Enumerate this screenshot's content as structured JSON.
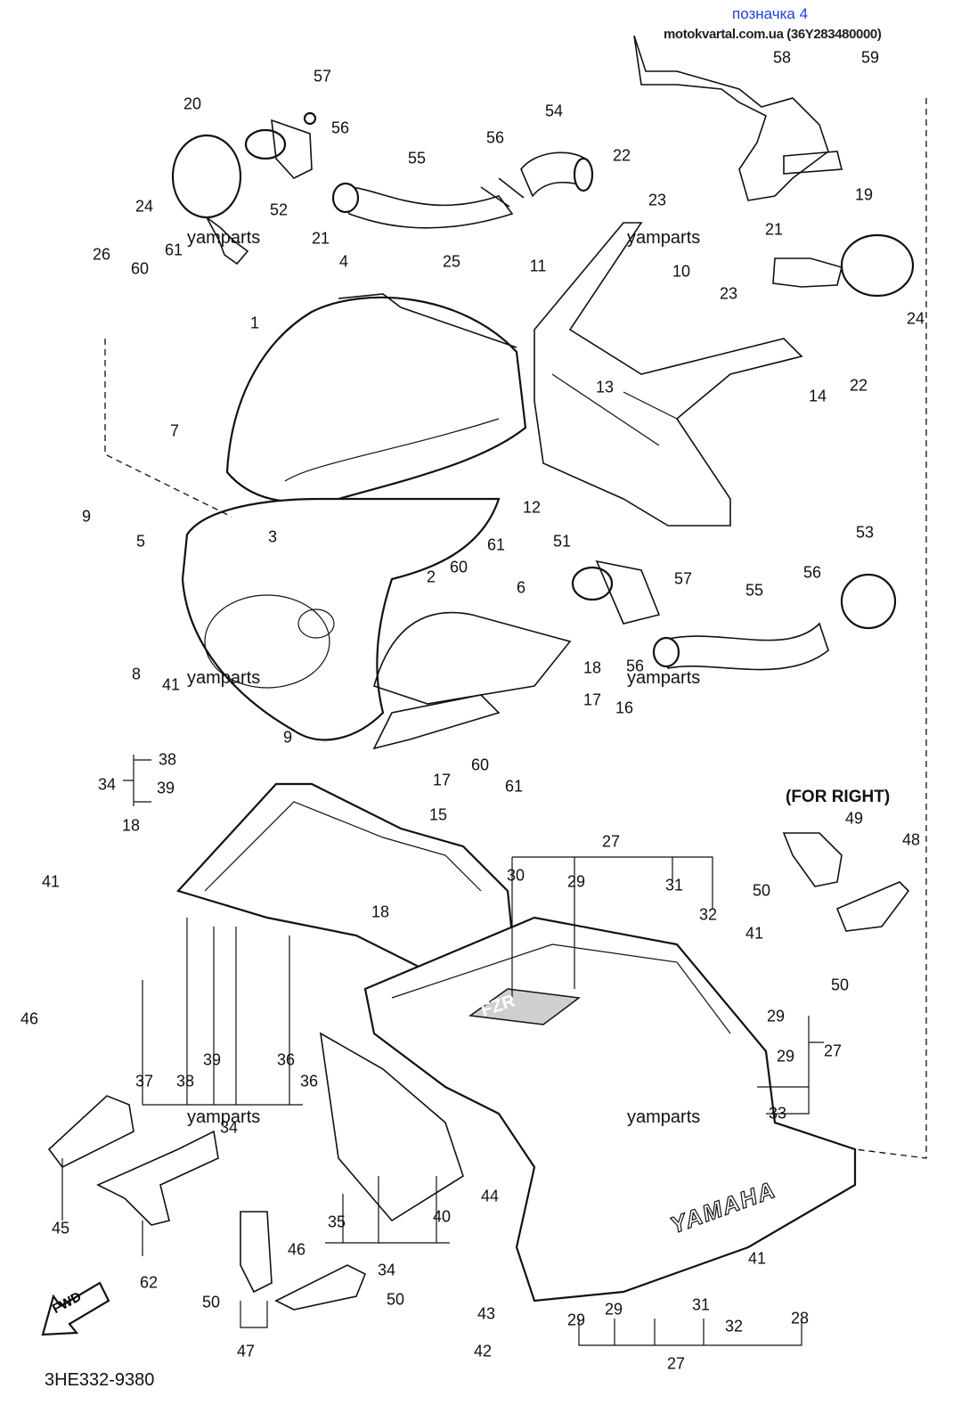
{
  "header": {
    "title": "позначка 4",
    "source": "motokvartal.com.ua (36Y283480000)"
  },
  "diagram_code": "3HE332-9380",
  "note": "(FOR RIGHT)",
  "fwd_label": "FWD",
  "brand_lettering": "YAMAHA",
  "decal_lettering": "FZR",
  "watermarks": [
    "yamparts",
    "yamparts",
    "yamparts",
    "yamparts",
    "yamparts",
    "yamparts"
  ],
  "part_numbers": [
    "57",
    "20",
    "56",
    "54",
    "55",
    "56",
    "22",
    "58",
    "59",
    "24",
    "52",
    "21",
    "23",
    "19",
    "26",
    "60",
    "61",
    "4",
    "25",
    "11",
    "10",
    "21",
    "23",
    "24",
    "1",
    "13",
    "22",
    "14",
    "7",
    "9",
    "5",
    "3",
    "12",
    "2",
    "61",
    "60",
    "51",
    "57",
    "53",
    "56",
    "55",
    "6",
    "8",
    "18",
    "41",
    "9",
    "17",
    "16",
    "56",
    "38",
    "34",
    "39",
    "60",
    "61",
    "17",
    "15",
    "18",
    "27",
    "30",
    "29",
    "31",
    "32",
    "41",
    "49",
    "48",
    "50",
    "41",
    "18",
    "50",
    "46",
    "37",
    "38",
    "39",
    "36",
    "36",
    "29",
    "29",
    "27",
    "33",
    "45",
    "34",
    "62",
    "46",
    "35",
    "34",
    "40",
    "44",
    "41",
    "50",
    "47",
    "50",
    "43",
    "42",
    "29",
    "29",
    "31",
    "32",
    "28",
    "27"
  ]
}
